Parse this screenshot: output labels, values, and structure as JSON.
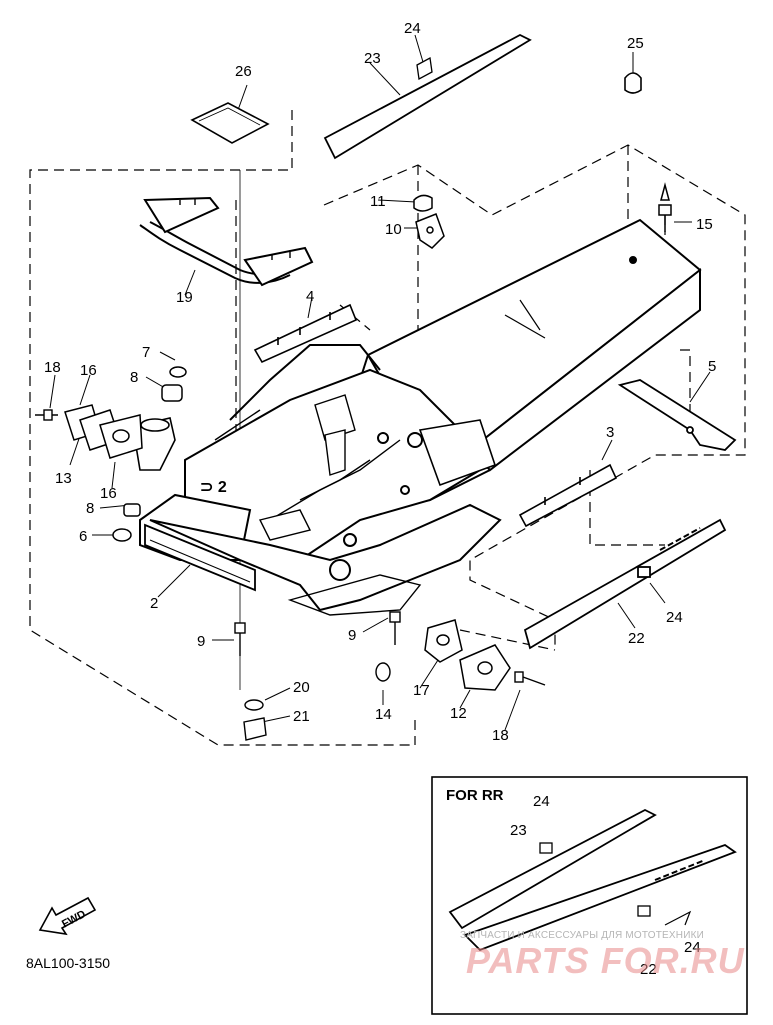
{
  "diagram": {
    "callouts": [
      {
        "id": "c26",
        "text": "26"
      },
      {
        "id": "c24a",
        "text": "24"
      },
      {
        "id": "c23a",
        "text": "23"
      },
      {
        "id": "c25",
        "text": "25"
      },
      {
        "id": "c11",
        "text": "11"
      },
      {
        "id": "c10",
        "text": "10"
      },
      {
        "id": "c15",
        "text": "15"
      },
      {
        "id": "c19",
        "text": "19"
      },
      {
        "id": "c4",
        "text": "4"
      },
      {
        "id": "c7",
        "text": "7"
      },
      {
        "id": "c8a",
        "text": "8"
      },
      {
        "id": "c18a",
        "text": "18"
      },
      {
        "id": "c16a",
        "text": "16"
      },
      {
        "id": "c13",
        "text": "13"
      },
      {
        "id": "c16b",
        "text": "16"
      },
      {
        "id": "c5",
        "text": "5"
      },
      {
        "id": "c3",
        "text": "3"
      },
      {
        "id": "c8b",
        "text": "8"
      },
      {
        "id": "c6",
        "text": "6"
      },
      {
        "id": "c2",
        "text": "2"
      },
      {
        "id": "c24b",
        "text": "24"
      },
      {
        "id": "c22a",
        "text": "22"
      },
      {
        "id": "c9a",
        "text": "9"
      },
      {
        "id": "c9b",
        "text": "9"
      },
      {
        "id": "c17",
        "text": "17"
      },
      {
        "id": "c12",
        "text": "12"
      },
      {
        "id": "c14",
        "text": "14"
      },
      {
        "id": "c18b",
        "text": "18"
      },
      {
        "id": "c20",
        "text": "20"
      },
      {
        "id": "c21",
        "text": "21"
      },
      {
        "id": "c24c",
        "text": "24"
      },
      {
        "id": "c23b",
        "text": "23"
      },
      {
        "id": "c24d",
        "text": "24"
      },
      {
        "id": "c22b",
        "text": "22"
      }
    ],
    "inset_label": "FOR RR",
    "direction_label": "FWD",
    "figure_code": "8AL100-3150"
  },
  "watermark": {
    "tagline": "ЗАПЧАСТИ И АКСЕССУАРЫ ДЛЯ МОТОТЕХНИКИ",
    "logo": "PARTS FOR.RU",
    "logo_color": "#e98a8a"
  },
  "colors": {
    "line": "#000000",
    "background": "#ffffff"
  }
}
